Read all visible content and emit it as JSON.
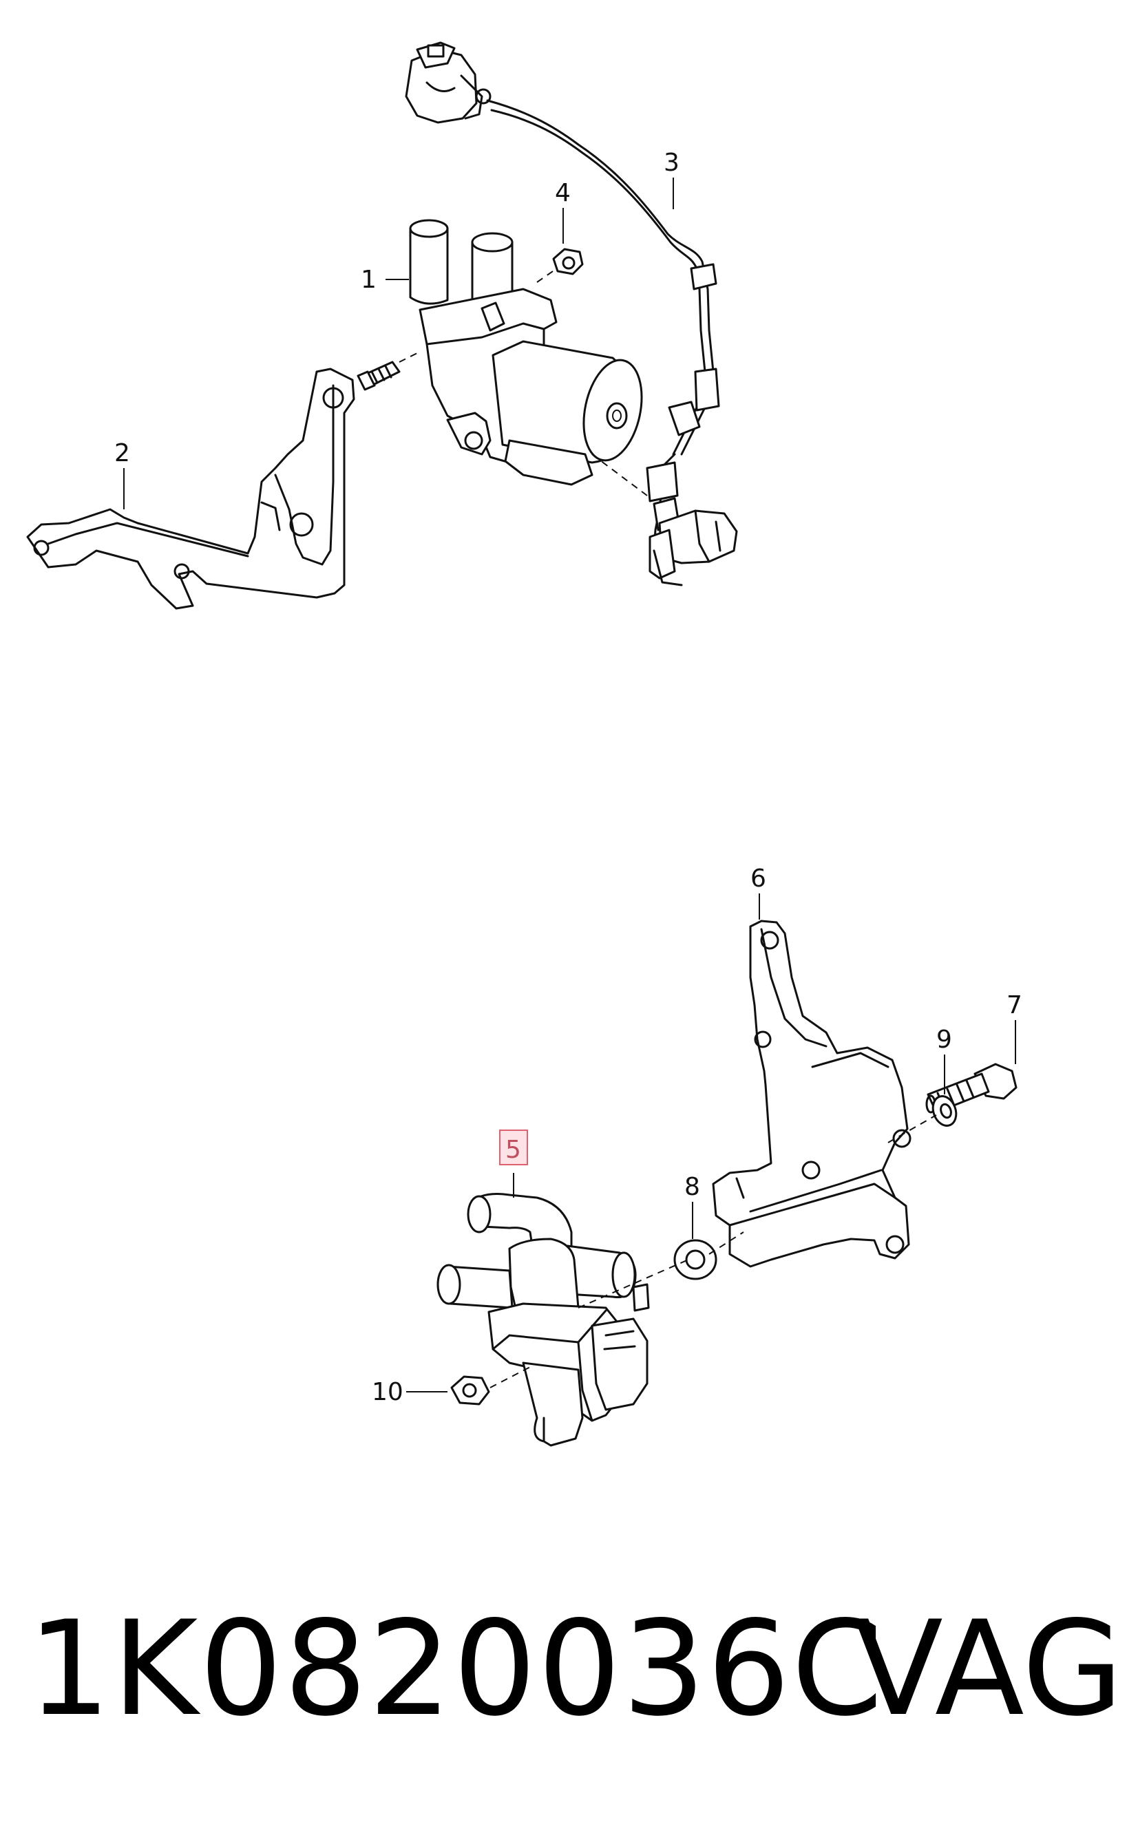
{
  "callouts": {
    "c1": "1",
    "c2": "2",
    "c3": "3",
    "c4": "4",
    "c5": "5",
    "c6": "6",
    "c7": "7",
    "c8": "8",
    "c9": "9",
    "c10": "10"
  },
  "highlighted_callout": "5",
  "footer": {
    "part_number": "1K0820036C",
    "brand": "VAG"
  },
  "colors": {
    "line": "#111111",
    "highlight_border": "#e06070",
    "highlight_fill": "#fde3e6",
    "background": "#ffffff"
  }
}
